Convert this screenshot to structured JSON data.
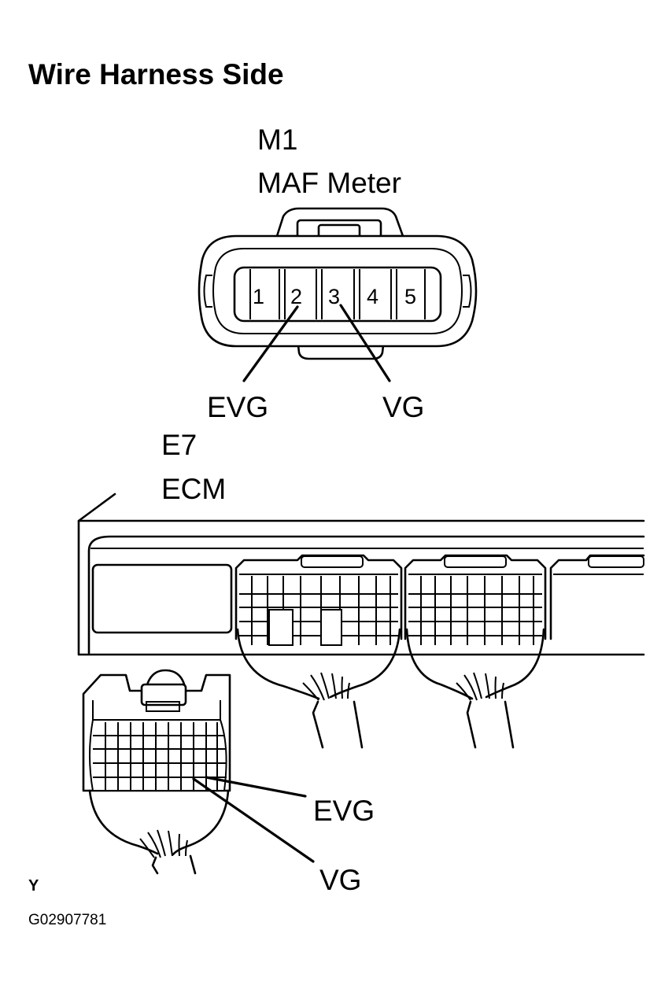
{
  "title": "Wire Harness Side",
  "m1_connector": {
    "id": "M1",
    "name": "MAF Meter",
    "pins": [
      "1",
      "2",
      "3",
      "4",
      "5"
    ],
    "labels": {
      "evg": "EVG",
      "vg": "VG"
    }
  },
  "e7_connector": {
    "id": "E7",
    "name": "ECM",
    "labels": {
      "evg": "EVG",
      "vg": "VG"
    }
  },
  "footer": {
    "mark": "Y",
    "figure_code": "G02907781"
  }
}
